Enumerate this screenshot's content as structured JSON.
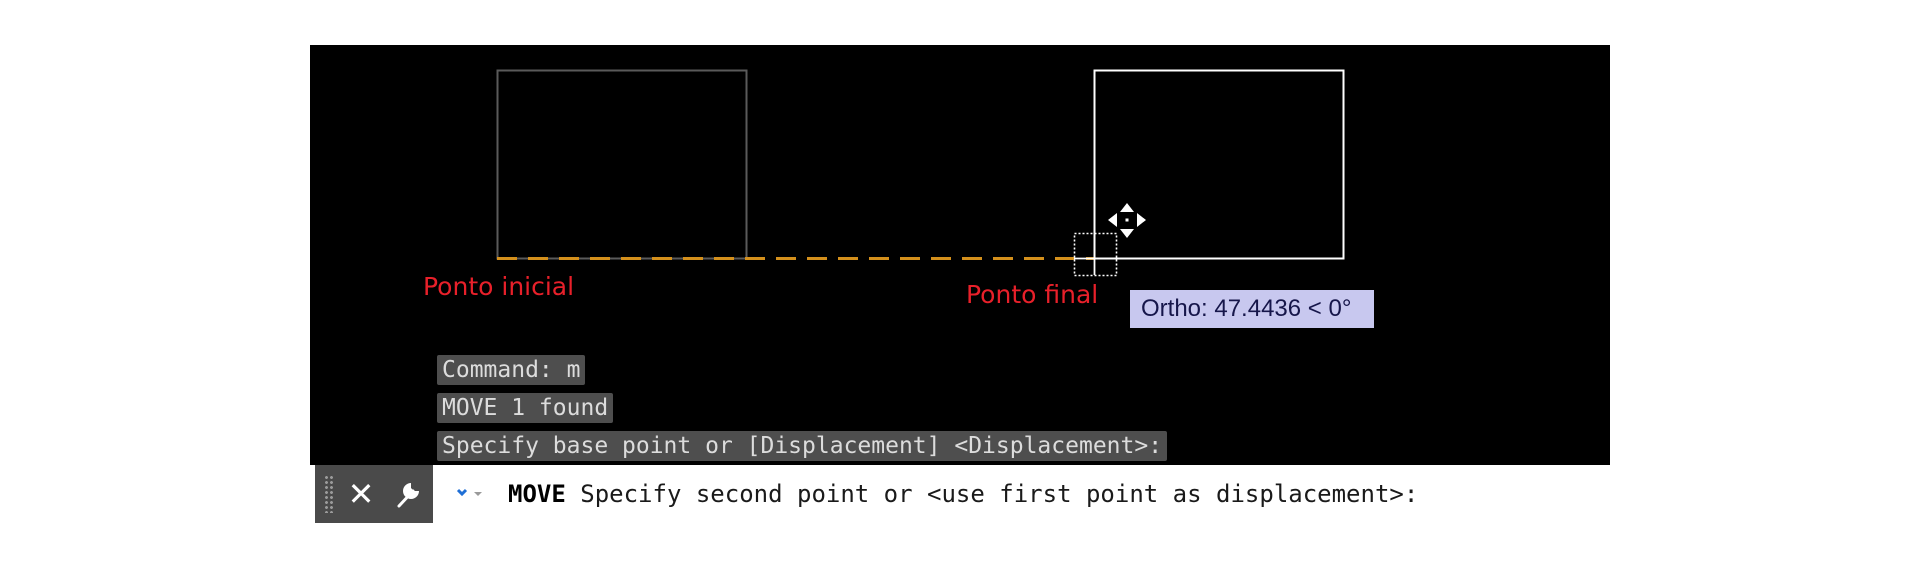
{
  "annotations": {
    "start_point": "Ponto inicial",
    "end_point": "Ponto final"
  },
  "tooltip": {
    "text": "Ortho: 47.4436 < 0°"
  },
  "command_history": [
    "Command: m",
    "MOVE 1 found",
    "Specify base point or [Displacement] <Displacement>:"
  ],
  "command_line": {
    "command": "MOVE",
    "prompt": "Specify second point or <use first point as displacement>:"
  },
  "icons": {
    "close": "close-icon",
    "settings": "wrench-icon",
    "recent": "recent-commands-icon",
    "cursor": "crosshair-cursor-icon",
    "move": "move-arrows-icon"
  },
  "colors": {
    "canvas_background": "#000000",
    "original_object": "#5a5a5a",
    "moved_object": "#ffffff",
    "rubber_band_line": "#d4901c",
    "annotation_text": "#e8202a",
    "tooltip_background": "#c8c8ef",
    "history_background": "#4e4e4e"
  }
}
